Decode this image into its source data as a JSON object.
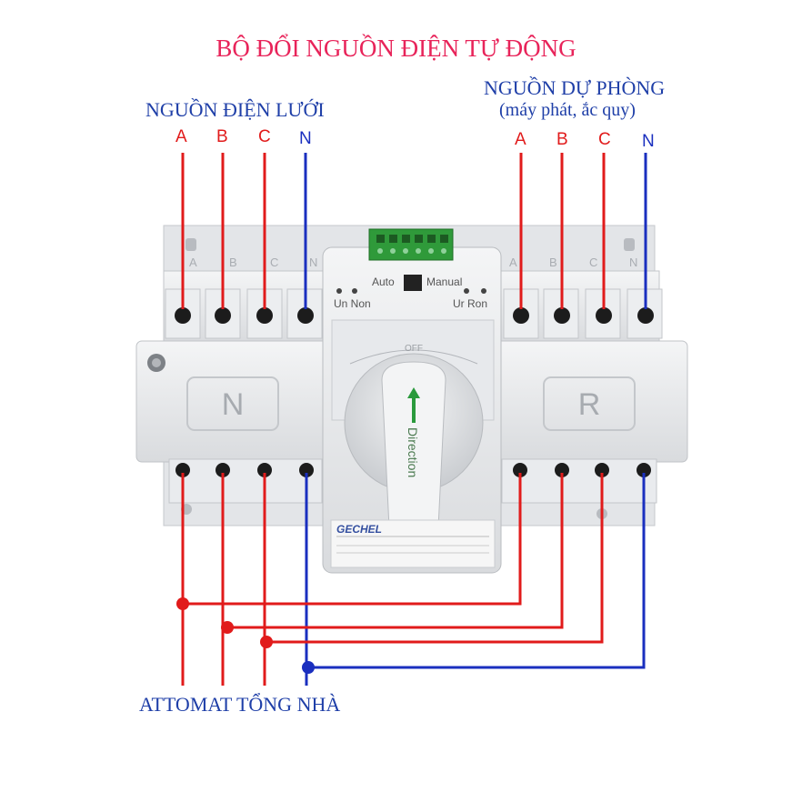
{
  "title": "BỘ ĐỔI NGUỒN ĐIỆN TỰ ĐỘNG",
  "grid_source": {
    "label": "NGUỒN ĐIỆN LƯỚI",
    "phases": [
      "A",
      "B",
      "C",
      "N"
    ]
  },
  "backup_source": {
    "label": "NGUỒN DỰ PHÒNG",
    "sublabel": "(máy phát, ắc quy)",
    "phases": [
      "A",
      "B",
      "C",
      "N"
    ]
  },
  "bottom_label": "ATTOMAT TỔNG NHÀ",
  "device": {
    "mode_auto": "Auto",
    "mode_manual": "Manual",
    "un_label": "Un Non",
    "ur_label": "Ur Ron",
    "left_panel": "N",
    "right_panel": "R",
    "off_label": "OFF",
    "knob_text": "Direction",
    "brand": "GECHEL",
    "terminal_letters": [
      "A",
      "B",
      "C",
      "N"
    ]
  },
  "colors": {
    "phase_wire": "#e11b1b",
    "neutral_wire": "#1a2fbf",
    "title": "#e8245a",
    "label": "#1f3fa8"
  }
}
